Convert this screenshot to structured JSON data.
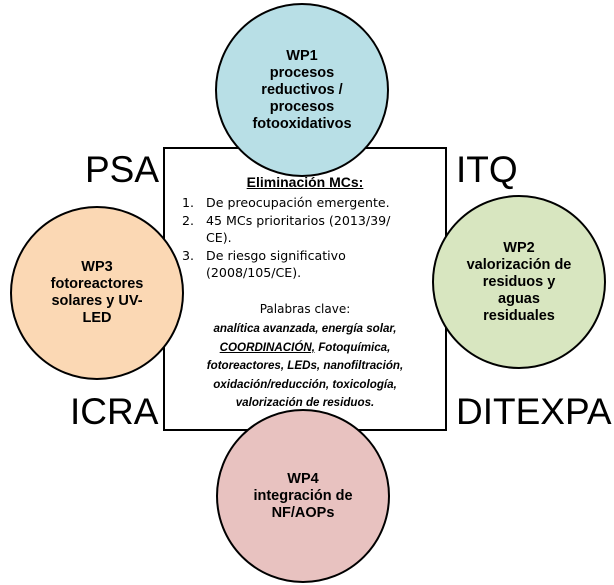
{
  "wp1": {
    "lines": [
      "WP1",
      "procesos",
      "reductivos /",
      "procesos",
      "fotooxidativos"
    ],
    "color": "#b8dfe6"
  },
  "wp2": {
    "lines": [
      "WP2",
      "valorización de",
      "residuos y",
      "aguas",
      "residuales"
    ],
    "color": "#d8e6c0"
  },
  "wp3": {
    "lines": [
      "WP3",
      "fotoreactores",
      "solares y UV-",
      "LED"
    ],
    "color": "#fbd8b4"
  },
  "wp4": {
    "lines": [
      "WP4",
      "integración de",
      "NF/AOPs"
    ],
    "color": "#e8c2c0"
  },
  "orgs": {
    "psa": "PSA",
    "itq": "ITQ",
    "icra": "ICRA",
    "ditexpa": "DITEXPA"
  },
  "center": {
    "title": "Eliminación MCs:",
    "items": [
      {
        "num": "1.",
        "lines": [
          "De preocupación emergente."
        ]
      },
      {
        "num": "2.",
        "lines": [
          "45 MCs prioritarios (2013/39/",
          "CE)."
        ]
      },
      {
        "num": "3.",
        "lines": [
          "De riesgo significativo",
          "(2008/105/CE)."
        ]
      }
    ],
    "keywords_title": "Palabras clave:",
    "keywords_lines": [
      "analítica avanzada, energía solar,",
      "",
      "fotoreactores, LEDs, nanofiltración,",
      "oxidación/reducción, toxicología,",
      "valorización de residuos."
    ],
    "kw_line2_underlined": "COORDINACIÓN,",
    "kw_line2_rest": " Fotoquímica,"
  }
}
